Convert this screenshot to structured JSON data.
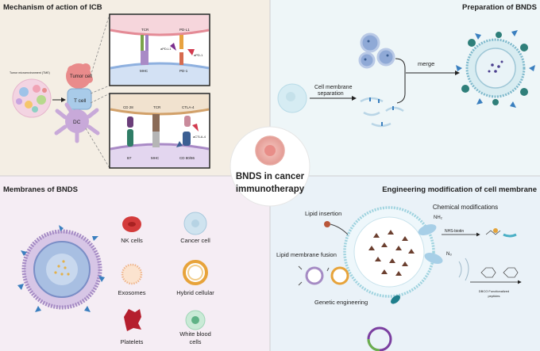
{
  "colors": {
    "q1_bg": "#f4eee4",
    "q2_bg": "#eef6f8",
    "q3_bg": "#f5edf4",
    "q4_bg": "#eaf2f8",
    "accent_teal": "#2f7f7a",
    "accent_pink": "#e07f86"
  },
  "q1": {
    "title": "Mechanism of action of ICB",
    "tme": "Tumor microenvironment (TME)",
    "tumor_cell": "Tumor cell",
    "t_cell": "T cell",
    "dc": "DC",
    "top_box": {
      "tcr": "TCR",
      "pdl1": "PD-L1",
      "apdl1": "aPD-L1",
      "apd1": "aPD-1",
      "mhc": "MHC",
      "pd1": "PD-1"
    },
    "bottom_box": {
      "cd28": "CD 28",
      "tcr": "TCR",
      "ctla4": "CTLA-4",
      "actla4": "aCTLA-4",
      "b7": "B7",
      "mhc": "MHC",
      "cd8086": "CD 80/86"
    }
  },
  "q2": {
    "title": "Preparation of BNDS",
    "separation": [
      "Cell membrane",
      "separation"
    ],
    "merge": "merge"
  },
  "center": {
    "title": [
      "BNDS in cancer",
      "immunotherapy"
    ]
  },
  "q3": {
    "title": "Membranes of BNDS",
    "items": {
      "nk": "NK cells",
      "cancer": "Cancer cell",
      "exosomes": "Exosomes",
      "hybrid": "Hybrid cellular",
      "platelets": "Platelets",
      "wbc": [
        "White blood",
        "cells"
      ]
    }
  },
  "q4": {
    "title": "Engineering modification of cell membrane",
    "lipid_insertion": "Lipid insertion",
    "chemical": "Chemical modifications",
    "nh2": "NH₂",
    "nhs_biotin": "NHS-biotin",
    "fusion": "Lipid  membrane  fusion",
    "n3": "N₃",
    "genetic": "Genetic engineering",
    "dbco": [
      "DBCO Functionalized",
      "peptides"
    ]
  }
}
